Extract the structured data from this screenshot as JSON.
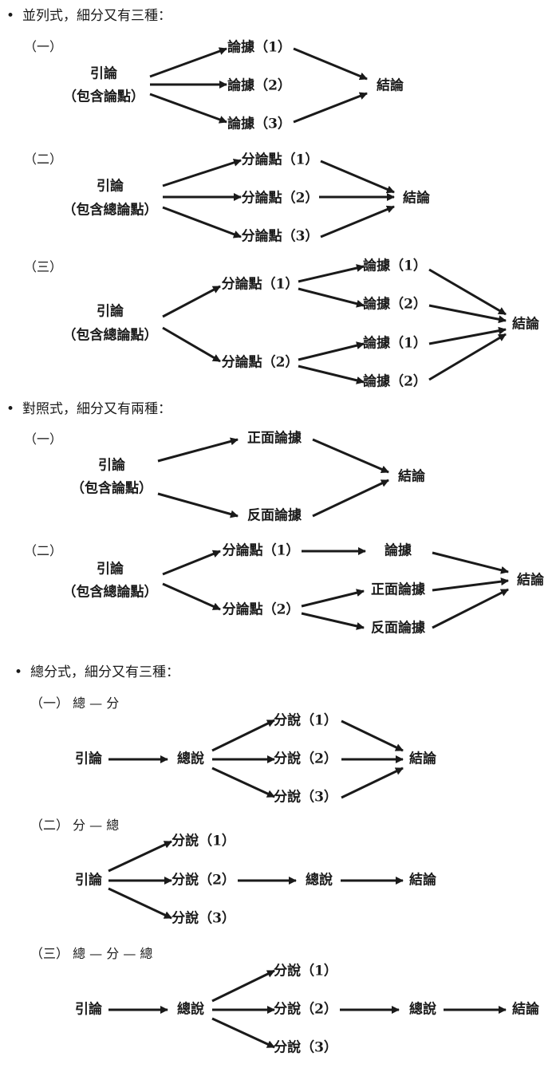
{
  "sections": {
    "parallel": {
      "bullet": "•",
      "heading": "並列式，細分又有三種：",
      "sub1": {
        "label": "（一）",
        "intro": [
          "引論",
          "（包含論點）"
        ],
        "evidence": [
          "論據（1）",
          "論據（2）",
          "論據（3）"
        ],
        "conclusion": "結論"
      },
      "sub2": {
        "label": "（二）",
        "intro": [
          "引論",
          "（包含總論點）"
        ],
        "subpoints": [
          "分論點（1）",
          "分論點（2）",
          "分論點（3）"
        ],
        "conclusion": "結論"
      },
      "sub3": {
        "label": "（三）",
        "intro": [
          "引論",
          "（包含總論點）"
        ],
        "subpoints": [
          "分論點（1）",
          "分論點（2）"
        ],
        "evidence": [
          "論據（1）",
          "論據（2）",
          "論據（1）",
          "論據（2）"
        ],
        "conclusion": "結論"
      }
    },
    "contrast": {
      "bullet": "•",
      "heading": "對照式，細分又有兩種：",
      "sub1": {
        "label": "（一）",
        "intro": [
          "引論",
          "（包含論點）"
        ],
        "positive": "正面論據",
        "negative": "反面論據",
        "conclusion": "結論"
      },
      "sub2": {
        "label": "（二）",
        "intro": [
          "引論",
          "（包含總論點）"
        ],
        "subpoints": [
          "分論點（1）",
          "分論點（2）"
        ],
        "evidence": "論據",
        "positive": "正面論據",
        "negative": "反面論據",
        "conclusion": "結論"
      }
    },
    "general": {
      "bullet": "•",
      "heading": "總分式，細分又有三種：",
      "sub1": {
        "label": "（一） 總 — 分",
        "intro": "引論",
        "summary": "總說",
        "parts": [
          "分說（1）",
          "分說（2）",
          "分說（3）"
        ],
        "conclusion": "結論"
      },
      "sub2": {
        "label": "（二） 分 — 總",
        "intro": "引論",
        "parts": [
          "分說（1）",
          "分說（2）",
          "分說（3）"
        ],
        "summary": "總說",
        "conclusion": "結論"
      },
      "sub3": {
        "label": "（三） 總 — 分 — 總",
        "intro": "引論",
        "summary1": "總說",
        "parts": [
          "分說（1）",
          "分說（2）",
          "分說（3）"
        ],
        "summary2": "總說",
        "conclusion": "結論"
      }
    }
  }
}
